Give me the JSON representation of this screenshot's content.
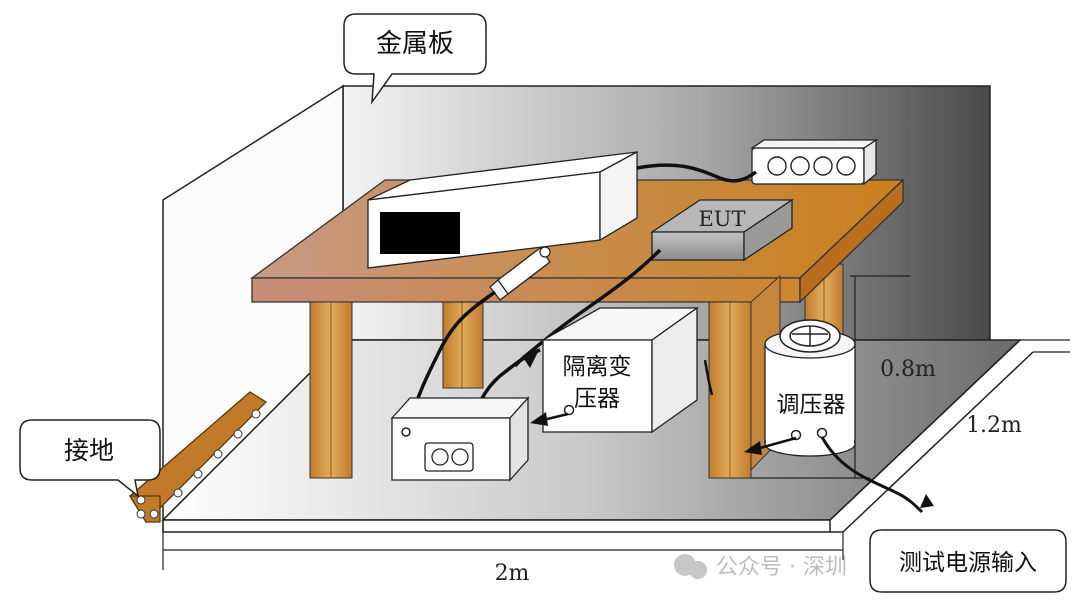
{
  "labels": {
    "metal_plate": "金属板",
    "ground": "接地",
    "eut": "EUT",
    "isolation_transformer_line1": "隔离变",
    "isolation_transformer_line2": "压器",
    "voltage_regulator": "调压器",
    "test_power_input": "测试电源输入"
  },
  "dimensions": {
    "height": "0.8m",
    "depth": "1.2m",
    "width": "2m"
  },
  "watermark": "公众号 · 深圳",
  "colors": {
    "wall_light": "#f2f2f2",
    "wall_dark": "#4a4a4a",
    "table_top": "#c98a52",
    "table_leg": "#d39a4a",
    "ground_strap": "#c07a2a",
    "eut_box": "#a9a9a9"
  }
}
